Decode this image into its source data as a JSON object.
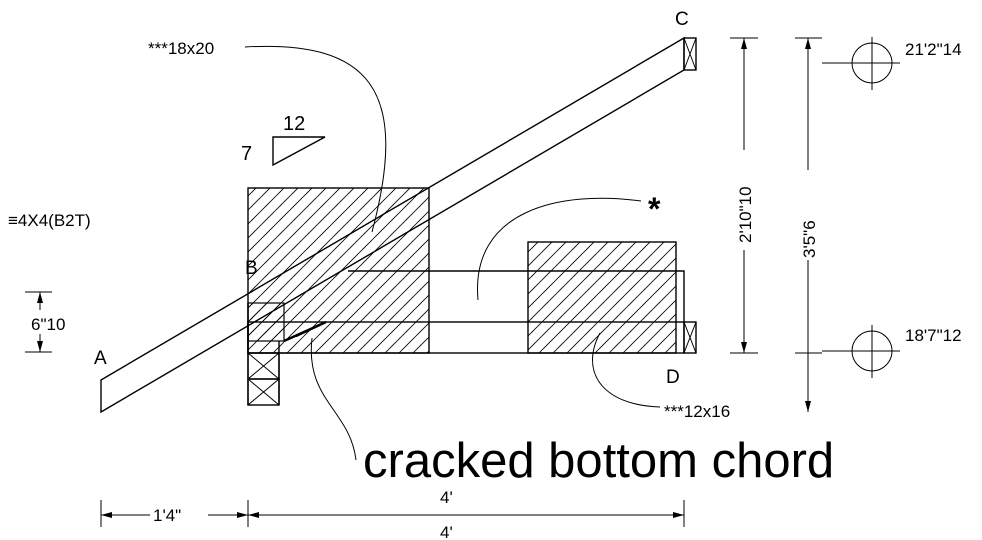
{
  "labels": {
    "point_a": "A",
    "point_b": "B",
    "point_c": "C",
    "point_d": "D",
    "plate_top": "***18x20",
    "plate_bottom": "***12x16",
    "member_size": "≡4X4(B2T)",
    "pitch_rise": "7",
    "pitch_run": "12",
    "asterisk": "*",
    "damage_note": "cracked bottom chord"
  },
  "dimensions": {
    "overhang": "1'4\"",
    "span_upper": "4'",
    "span_lower": "4'",
    "heel_height": "6\"10",
    "inner_height": "2'10\"10",
    "overall_height": "3'5\"6",
    "elevation_top": "21'2\"14",
    "elevation_bottom": "18'7\"12"
  }
}
